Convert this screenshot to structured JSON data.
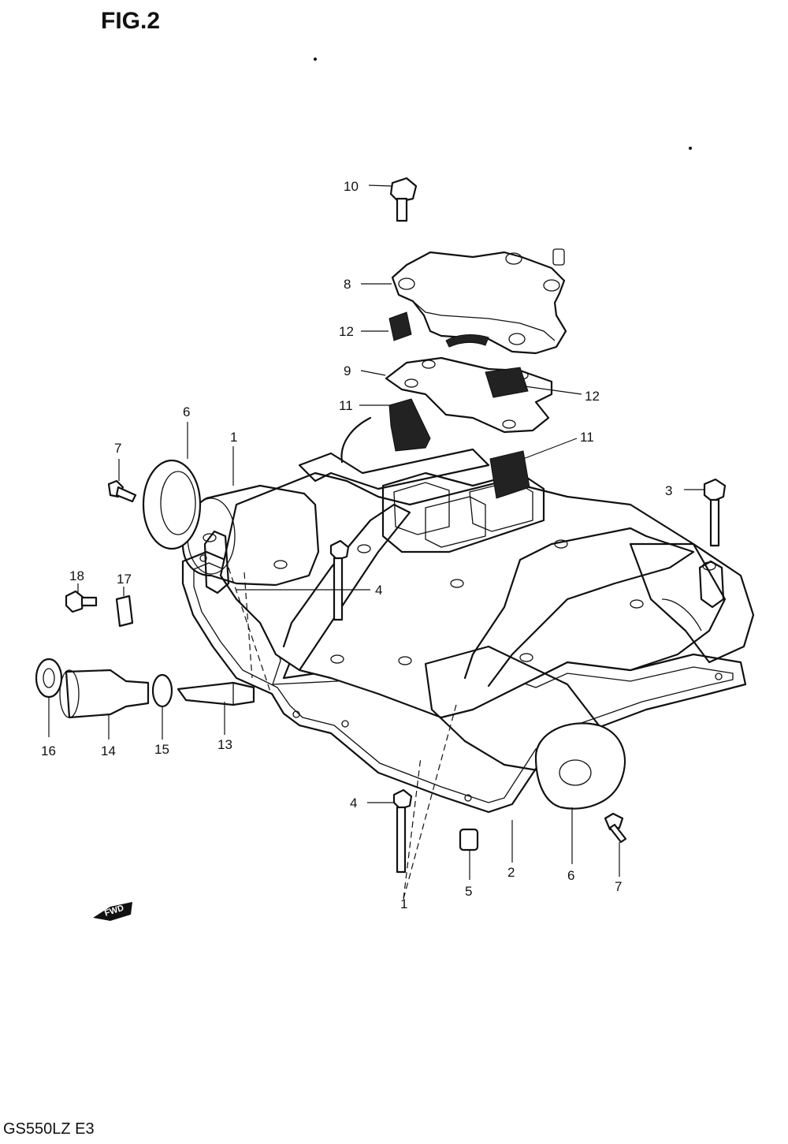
{
  "figure": {
    "title": "FIG.2",
    "model_code": "GS550LZ E3",
    "direction_label": "FWD"
  },
  "callouts": [
    {
      "id": "c10",
      "text": "10"
    },
    {
      "id": "c8",
      "text": "8"
    },
    {
      "id": "c12a",
      "text": "12"
    },
    {
      "id": "c9",
      "text": "9"
    },
    {
      "id": "c12b",
      "text": "12"
    },
    {
      "id": "c11a",
      "text": "11"
    },
    {
      "id": "c11b",
      "text": "11"
    },
    {
      "id": "c6a",
      "text": "6"
    },
    {
      "id": "c1a",
      "text": "1"
    },
    {
      "id": "c7a",
      "text": "7"
    },
    {
      "id": "c3",
      "text": "3"
    },
    {
      "id": "c4a",
      "text": "4"
    },
    {
      "id": "c18",
      "text": "18"
    },
    {
      "id": "c17",
      "text": "17"
    },
    {
      "id": "c16",
      "text": "16"
    },
    {
      "id": "c14",
      "text": "14"
    },
    {
      "id": "c15",
      "text": "15"
    },
    {
      "id": "c13",
      "text": "13"
    },
    {
      "id": "c4b",
      "text": "4"
    },
    {
      "id": "c1b",
      "text": "1"
    },
    {
      "id": "c5",
      "text": "5"
    },
    {
      "id": "c2",
      "text": "2"
    },
    {
      "id": "c6b",
      "text": "6"
    },
    {
      "id": "c7b",
      "text": "7"
    }
  ]
}
